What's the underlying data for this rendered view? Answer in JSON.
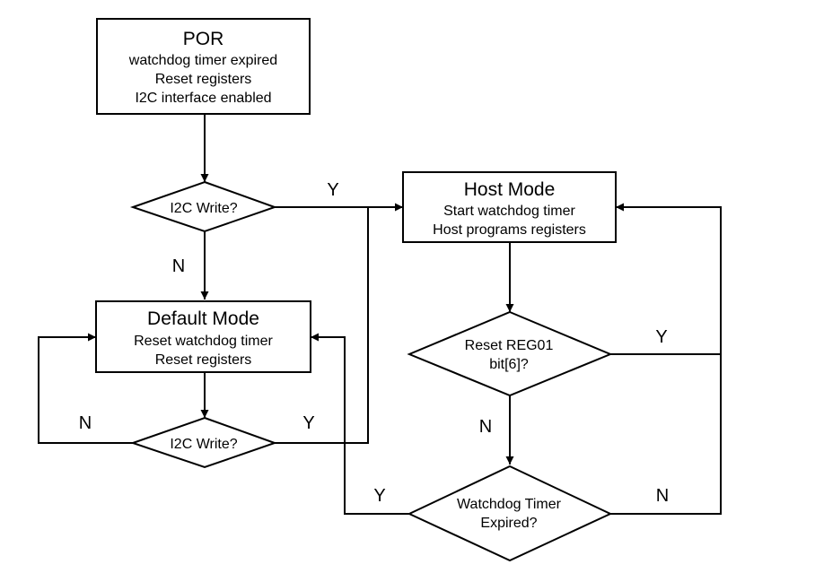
{
  "nodes": {
    "por": {
      "title": "POR",
      "lines": [
        "watchdog timer expired",
        "Reset registers",
        "I2C interface enabled"
      ]
    },
    "i2c_write_top": {
      "lines": [
        "I2C Write?"
      ]
    },
    "host_mode": {
      "title": "Host Mode",
      "lines": [
        "Start watchdog timer",
        "Host programs registers"
      ]
    },
    "default_mode": {
      "title": "Default Mode",
      "lines": [
        "Reset watchdog timer",
        "Reset registers"
      ]
    },
    "reset_reg01": {
      "lines": [
        "Reset REG01",
        "bit[6]?"
      ]
    },
    "i2c_write_bottom": {
      "lines": [
        "I2C Write?"
      ]
    },
    "watchdog_expired": {
      "lines": [
        "Watchdog Timer",
        "Expired?"
      ]
    }
  },
  "edge_labels": {
    "top_write_yes": "Y",
    "top_write_no": "N",
    "bottom_write_no": "N",
    "bottom_write_yes": "Y",
    "reg01_yes": "Y",
    "reg01_no": "N",
    "watchdog_yes": "Y",
    "watchdog_no": "N"
  }
}
